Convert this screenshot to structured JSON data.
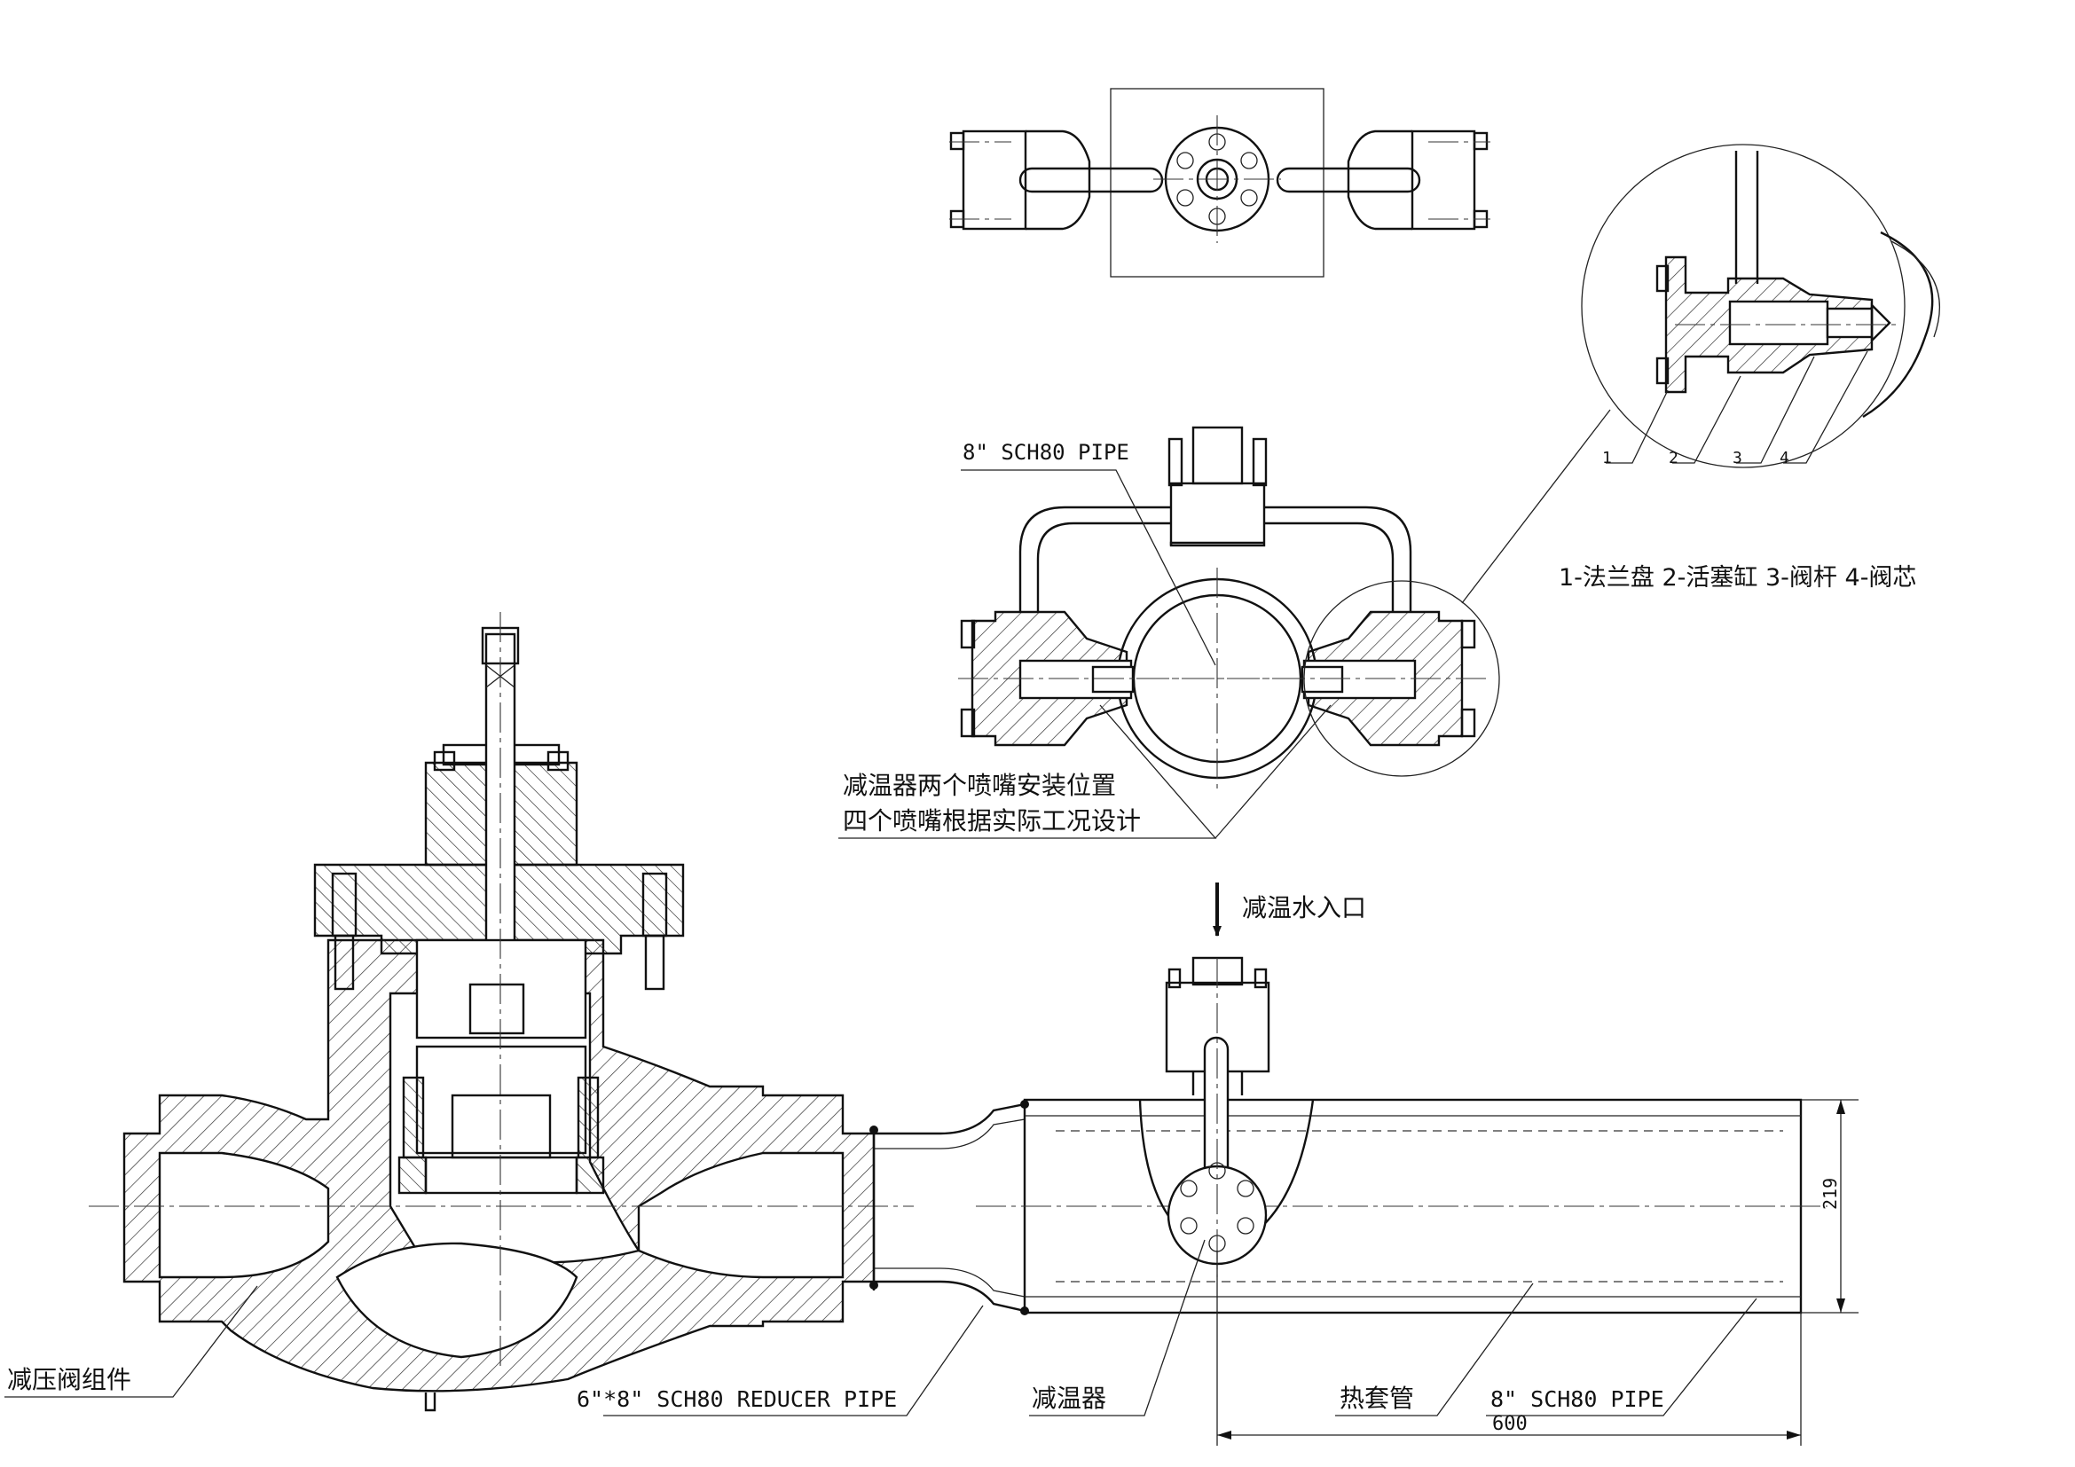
{
  "labels": {
    "pipe_top": "8\" SCH80 PIPE",
    "legend": "1-法兰盘  2-活塞缸  3-阀杆 4-阀芯",
    "nozzle_note_1": "减温器两个喷嘴安装位置",
    "nozzle_note_2": "四个喷嘴根据实际工况设计",
    "water_inlet": "减温水入口",
    "valve_assembly": "减压阀组件",
    "reducer_pipe": "6\"*8\" SCH80 REDUCER PIPE",
    "desuperheater": "减温器",
    "thermal_sleeve": "热套管",
    "pipe_bottom": "8\" SCH80 PIPE",
    "dim_length": "600",
    "dim_diameter": "219"
  },
  "detail_numbers": [
    "1",
    "2",
    "3",
    "4"
  ]
}
